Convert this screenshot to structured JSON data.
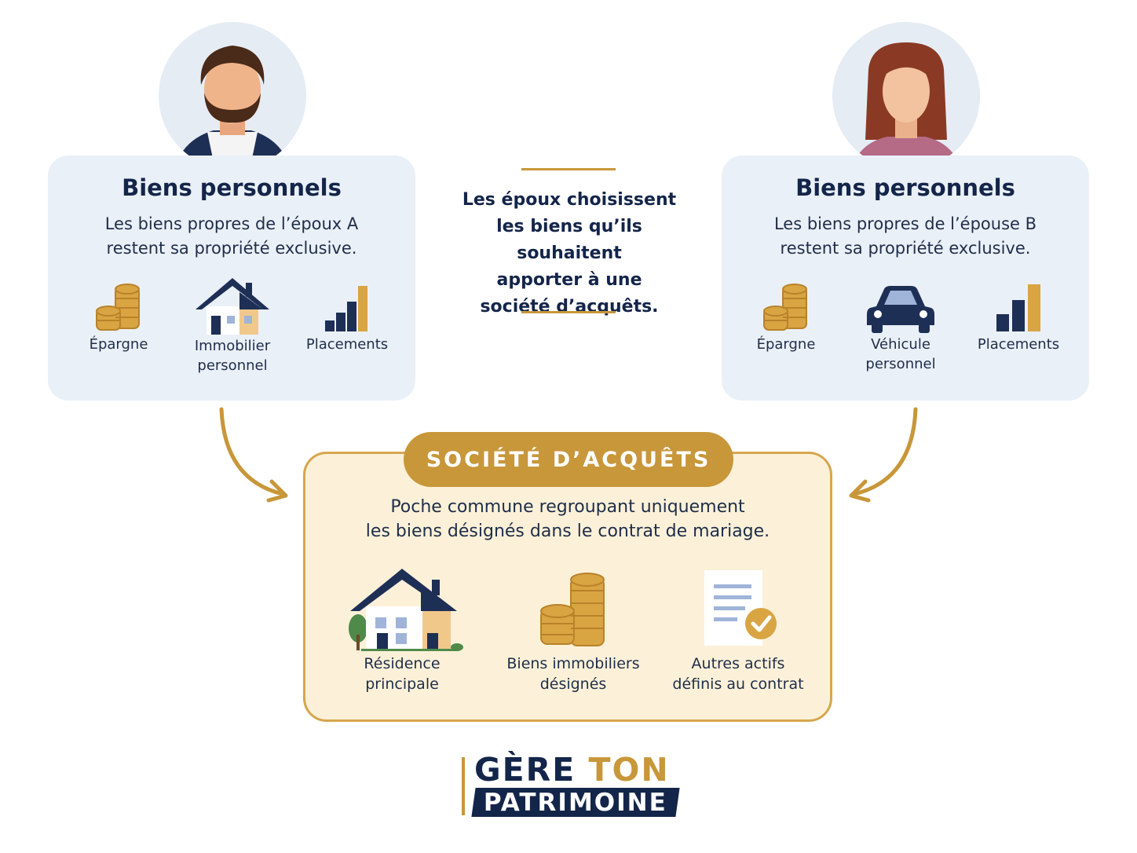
{
  "left_card": {
    "title": "Biens personnels",
    "desc_line1": "Les biens propres de l’époux A",
    "desc_line2": "restent sa propriété exclusive.",
    "items": [
      {
        "label": "Épargne",
        "icon": "coins-icon"
      },
      {
        "label_line1": "Immobilier",
        "label_line2": "personnel",
        "icon": "house-icon"
      },
      {
        "label": "Placements",
        "icon": "bar-chart-icon"
      }
    ]
  },
  "right_card": {
    "title": "Biens personnels",
    "desc_line1": "Les biens propres de l’épouse B",
    "desc_line2": "restent sa propriété exclusive.",
    "items": [
      {
        "label": "Épargne",
        "icon": "coins-icon"
      },
      {
        "label_line1": "Véhicule",
        "label_line2": "personnel",
        "icon": "car-icon"
      },
      {
        "label": "Placements",
        "icon": "bar-chart-icon"
      }
    ]
  },
  "center": {
    "line1": "Les époux choisissent",
    "line2": "les biens qu’ils souhaitent",
    "line3": "apporter à une",
    "line4": "société d’acquêts."
  },
  "societe": {
    "title": "SOCIÉTÉ D’ACQUÊTS",
    "desc_line1": "Poche commune regroupant uniquement",
    "desc_line2": "les biens désignés dans le contrat de mariage.",
    "items": [
      {
        "label_line1": "Résidence",
        "label_line2": "principale",
        "icon": "house-icon"
      },
      {
        "label_line1": "Biens immobiliers",
        "label_line2": "désignés",
        "icon": "coins-icon"
      },
      {
        "label_line1": "Autres actifs",
        "label_line2": "définis au contrat",
        "icon": "document-check-icon"
      }
    ]
  },
  "logo": {
    "word1": "GÈRE",
    "word2": "TON",
    "word3": "PATRIMOINE"
  },
  "colors": {
    "navy": "#14254a",
    "gold": "#c8973a",
    "card_bg": "#eaf0f7",
    "societe_bg": "#fcf1d8"
  }
}
